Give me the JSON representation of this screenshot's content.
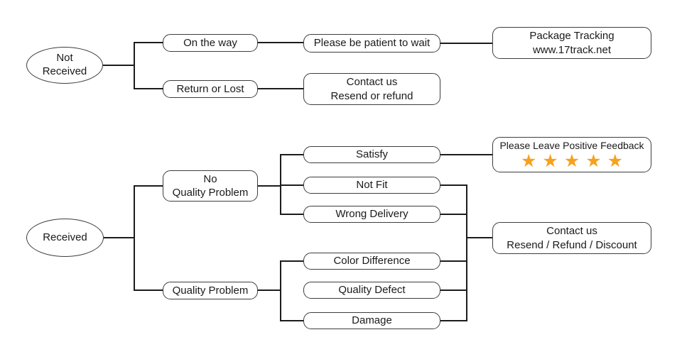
{
  "diagram": {
    "type": "flowchart",
    "nodes": {
      "not_received": "Not\nReceived",
      "received": "Received",
      "on_the_way": "On the way",
      "return_or_lost": "Return or Lost",
      "be_patient": "Please be patient to wait",
      "package_tracking": "Package Tracking\nwww.17track.net",
      "contact_resend_refund": "Contact us\nResend or refund",
      "no_quality_problem": "No\nQuality Problem",
      "quality_problem": "Quality Problem",
      "satisfy": "Satisfy",
      "not_fit": "Not Fit",
      "wrong_delivery": "Wrong Delivery",
      "color_difference": "Color Difference",
      "quality_defect": "Quality Defect",
      "damage": "Damage",
      "positive_feedback": "Please Leave Positive Feedback",
      "feedback_stars": "★★★★★",
      "contact_discount": "Contact us\nResend / Refund / Discount"
    },
    "edges": [
      [
        "not_received",
        "on_the_way"
      ],
      [
        "not_received",
        "return_or_lost"
      ],
      [
        "on_the_way",
        "be_patient"
      ],
      [
        "be_patient",
        "package_tracking"
      ],
      [
        "return_or_lost",
        "contact_resend_refund"
      ],
      [
        "received",
        "no_quality_problem"
      ],
      [
        "received",
        "quality_problem"
      ],
      [
        "no_quality_problem",
        "satisfy"
      ],
      [
        "no_quality_problem",
        "not_fit"
      ],
      [
        "no_quality_problem",
        "wrong_delivery"
      ],
      [
        "satisfy",
        "positive_feedback"
      ],
      [
        "quality_problem",
        "color_difference"
      ],
      [
        "quality_problem",
        "quality_defect"
      ],
      [
        "quality_problem",
        "damage"
      ],
      [
        "not_fit",
        "contact_discount"
      ],
      [
        "wrong_delivery",
        "contact_discount"
      ],
      [
        "color_difference",
        "contact_discount"
      ],
      [
        "quality_defect",
        "contact_discount"
      ],
      [
        "damage",
        "contact_discount"
      ]
    ],
    "colors": {
      "line": "#1c1c1c",
      "border": "#3d3d3d",
      "text": "#1a1a1a",
      "star": "#F7A11E",
      "background": "#ffffff"
    }
  }
}
